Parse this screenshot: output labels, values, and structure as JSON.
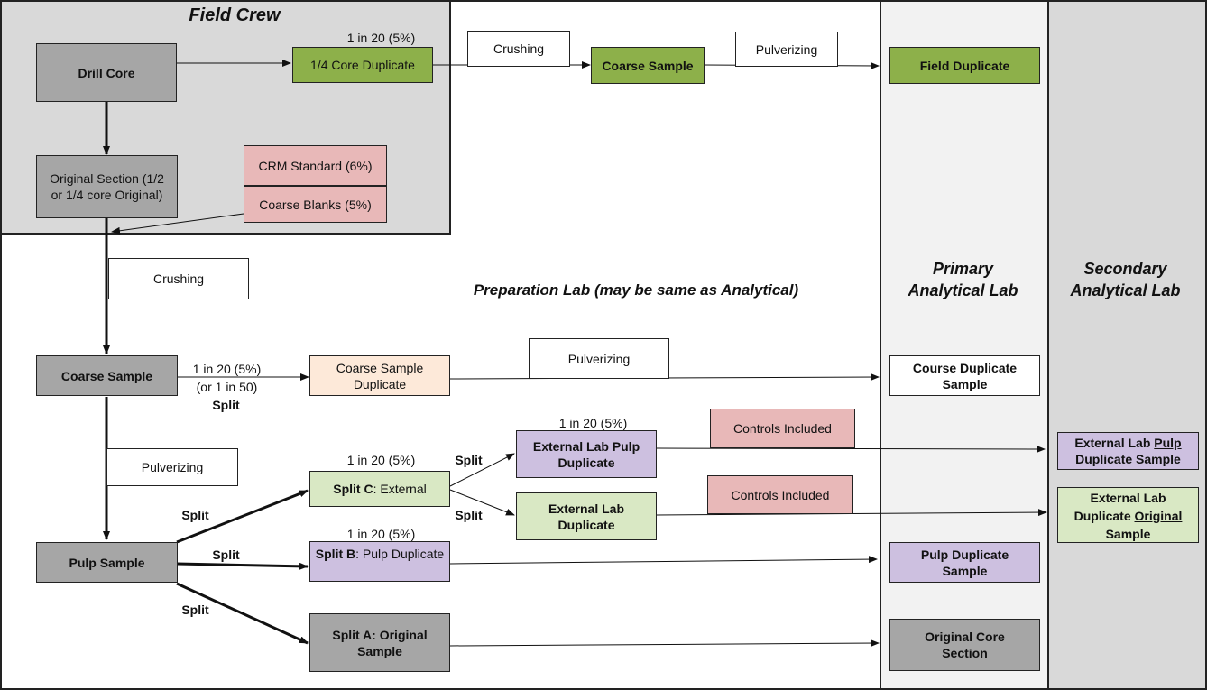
{
  "zones": {
    "field_crew": "Field Crew",
    "prep_lab_bold": "Preparation Lab",
    "prep_lab_italic": "(may be same as Analytical)",
    "primary_lab": "Primary Analytical Lab",
    "secondary_lab": "Secondary Analytical Lab"
  },
  "boxes": {
    "drill_core": "Drill Core",
    "quarter_core_dup": "1/4 Core Duplicate",
    "crushing_top": "Crushing",
    "coarse_sample_top": "Coarse Sample",
    "pulverizing_top": "Pulverizing",
    "field_duplicate": "Field Duplicate",
    "original_section": "Original Section (1/2 or 1/4 core Original)",
    "crm_standard": "CRM Standard (6%)",
    "coarse_blanks": "Coarse Blanks (5%)",
    "crushing_mid": "Crushing",
    "coarse_sample": "Coarse Sample",
    "coarse_sample_dup": "Coarse Sample Duplicate",
    "pulverizing_mid": "Pulverizing",
    "course_dup_sample": "Course Duplicate Sample",
    "pulverizing_left": "Pulverizing",
    "ext_lab_pulp_dup": "External Lab Pulp Duplicate",
    "controls_1": "Controls Included",
    "ext_lab_pulp_dup_sample_a": "External Lab",
    "ext_lab_pulp_dup_sample_u1": "Pulp",
    "ext_lab_pulp_dup_sample_u2": "Duplicate",
    "ext_lab_pulp_dup_sample_b": "Sample",
    "split_c_bold": "Split C",
    "split_c_rest": ": External",
    "ext_lab_dup": "External Lab Duplicate",
    "controls_2": "Controls Included",
    "ext_lab_dup_orig_a": "External Lab",
    "ext_lab_dup_orig_b": "Duplicate",
    "ext_lab_dup_orig_u": "Original",
    "ext_lab_dup_orig_c": "Sample",
    "pulp_sample": "Pulp Sample",
    "split_b_bold": "Split B",
    "split_b_rest": ": Pulp Duplicate",
    "pulp_dup_sample": "Pulp Duplicate Sample",
    "split_a": "Split A: Original Sample",
    "original_core_section": "Original Core Section"
  },
  "labels": {
    "rate_quarter_core": "1 in 20 (5%)",
    "rate_coarse_1": "1 in 20 (5%)",
    "rate_coarse_2": "(or 1 in 50)",
    "split_coarse": "Split",
    "rate_ext_pulp": "1 in 20 (5%)",
    "rate_split_c": "1 in 20 (5%)",
    "split_ext_pulp": "Split",
    "split_ext_dup": "Split",
    "split_to_c": "Split",
    "rate_split_b": "1 in 20 (5%)",
    "split_to_b": "Split",
    "split_to_a": "Split"
  },
  "colors": {
    "field_zone": "#d9d9d9",
    "primary_zone": "#f2f2f2",
    "secondary_zone": "#d9d9d9",
    "gray_box": "#a6a6a6",
    "green_box": "#8db04a",
    "light_green_box": "#d9e8c4",
    "pink_box": "#e8b8b8",
    "peach_box": "#fde9d9",
    "purple_box": "#cdc0e0"
  }
}
